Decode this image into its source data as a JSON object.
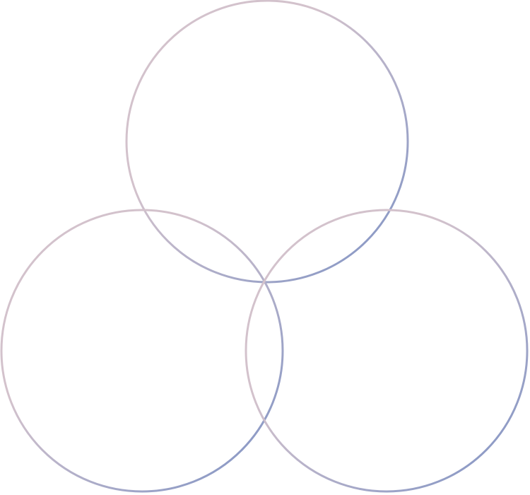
{
  "diagram": {
    "type": "three-circle venn outline",
    "labels": [],
    "circles": [
      {
        "name": "top"
      },
      {
        "name": "bottom-left"
      },
      {
        "name": "bottom-right"
      }
    ]
  },
  "colors": {
    "background": "#ffffff",
    "gradient_light": "#d3c2cc",
    "gradient_dark": "#7c91c4"
  }
}
